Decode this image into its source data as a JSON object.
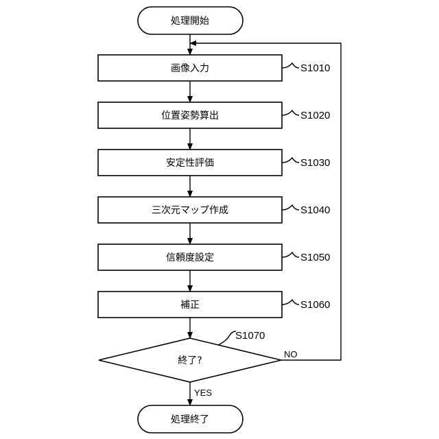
{
  "flowchart": {
    "start": "処理開始",
    "end": "処理終了",
    "steps": [
      {
        "text": "画像入力",
        "id": "S1010"
      },
      {
        "text": "位置姿勢算出",
        "id": "S1020"
      },
      {
        "text": "安定性評価",
        "id": "S1030"
      },
      {
        "text": "三次元マップ作成",
        "id": "S1040"
      },
      {
        "text": "信頼度設定",
        "id": "S1050"
      },
      {
        "text": "補正",
        "id": "S1060"
      }
    ],
    "decision": {
      "text": "終了?",
      "id": "S1070",
      "yes": "YES",
      "no": "NO"
    }
  }
}
